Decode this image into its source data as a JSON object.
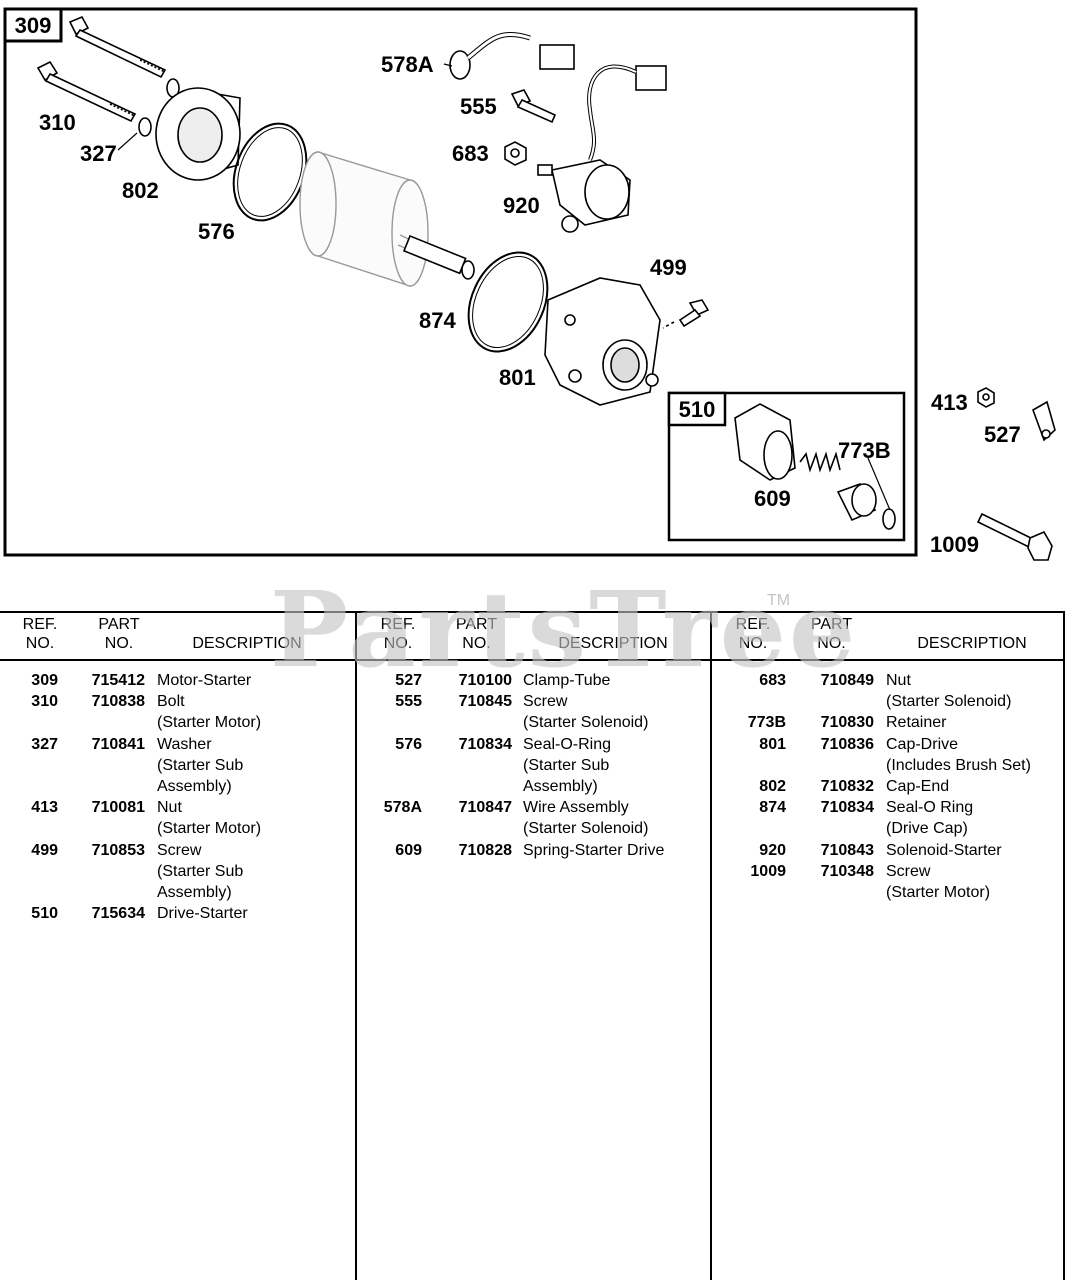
{
  "diagram": {
    "main_box_label": "309",
    "sub_box_label": "510",
    "callouts": [
      "578A",
      "555",
      "683",
      "920",
      "310",
      "327",
      "802",
      "576",
      "499",
      "874",
      "801",
      "773B",
      "609",
      "413",
      "527",
      "1009"
    ]
  },
  "watermark": "PartsTree",
  "trademark": "TM",
  "table": {
    "headers": {
      "ref": [
        "REF.",
        "NO."
      ],
      "part": [
        "PART",
        "NO."
      ],
      "desc": "DESCRIPTION"
    },
    "columns": [
      [
        {
          "ref": "309",
          "part": "715412",
          "desc": [
            "Motor-Starter"
          ]
        },
        {
          "ref": "310",
          "part": "710838",
          "desc": [
            "Bolt",
            "(Starter Motor)"
          ]
        },
        {
          "ref": "327",
          "part": "710841",
          "desc": [
            "Washer",
            "(Starter Sub",
            "Assembly)"
          ]
        },
        {
          "ref": "413",
          "part": "710081",
          "desc": [
            "Nut",
            "(Starter Motor)"
          ]
        },
        {
          "ref": "499",
          "part": "710853",
          "desc": [
            "Screw",
            "(Starter Sub",
            "Assembly)"
          ]
        },
        {
          "ref": "510",
          "part": "715634",
          "desc": [
            "Drive-Starter"
          ]
        }
      ],
      [
        {
          "ref": "527",
          "part": "710100",
          "desc": [
            "Clamp-Tube"
          ]
        },
        {
          "ref": "555",
          "part": "710845",
          "desc": [
            "Screw",
            "(Starter Solenoid)"
          ]
        },
        {
          "ref": "576",
          "part": "710834",
          "desc": [
            "Seal-O-Ring",
            "(Starter Sub",
            "Assembly)"
          ]
        },
        {
          "ref": "578A",
          "part": "710847",
          "desc": [
            "Wire Assembly",
            "(Starter Solenoid)"
          ]
        },
        {
          "ref": "609",
          "part": "710828",
          "desc": [
            "Spring-Starter Drive"
          ]
        }
      ],
      [
        {
          "ref": "683",
          "part": "710849",
          "desc": [
            "Nut",
            "(Starter Solenoid)"
          ]
        },
        {
          "ref": "773B",
          "part": "710830",
          "desc": [
            "Retainer"
          ]
        },
        {
          "ref": "801",
          "part": "710836",
          "desc": [
            "Cap-Drive",
            "(Includes Brush Set)"
          ]
        },
        {
          "ref": "802",
          "part": "710832",
          "desc": [
            "Cap-End"
          ]
        },
        {
          "ref": "874",
          "part": "710834",
          "desc": [
            "Seal-O Ring",
            "(Drive Cap)"
          ]
        },
        {
          "ref": "920",
          "part": "710843",
          "desc": [
            "Solenoid-Starter"
          ]
        },
        {
          "ref": "1009",
          "part": "710348",
          "desc": [
            "Screw",
            "(Starter Motor)"
          ]
        }
      ]
    ]
  }
}
